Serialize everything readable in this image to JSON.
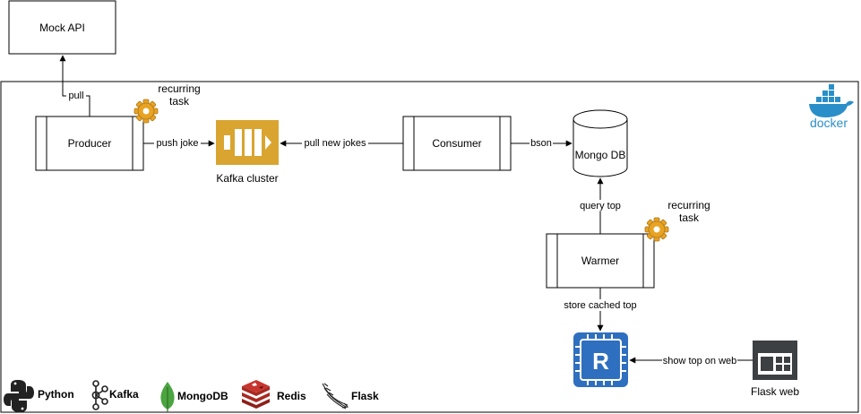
{
  "nodes": {
    "mock_api": "Mock API",
    "producer": "Producer",
    "kafka": "Kafka cluster",
    "consumer": "Consumer",
    "mongo": "Mongo DB",
    "warmer": "Warmer",
    "flask_web": "Flask web",
    "docker": "docker"
  },
  "annotations": {
    "recurring_1": [
      "recurring",
      "task"
    ],
    "recurring_2": [
      "recurring",
      "task"
    ]
  },
  "edges": {
    "pull": "pull",
    "push_joke": "push joke",
    "pull_new_jokes": "pull new jokes",
    "bson": "bson",
    "query_top": "query top",
    "store_cached_top": "store cached top",
    "show_top_on_web": "show top on web"
  },
  "legend": [
    "Python",
    "Kafka",
    "MongoDB",
    "Redis",
    "Flask"
  ],
  "colors": {
    "kafka": "#D9A530",
    "redis_box": "#2F6FBF",
    "redis_fill": "#C6352E",
    "mongo_leaf": "#4AA43F",
    "docker": "#2A8FC9",
    "flask_web": "#3C4043",
    "gear": "#E8A324"
  },
  "icons": {
    "kafka": "kafka-cluster-icon",
    "redis": "redis-chip-icon",
    "flask_web": "browser-window-icon",
    "gear": "gear-icon",
    "docker": "docker-whale-icon"
  }
}
